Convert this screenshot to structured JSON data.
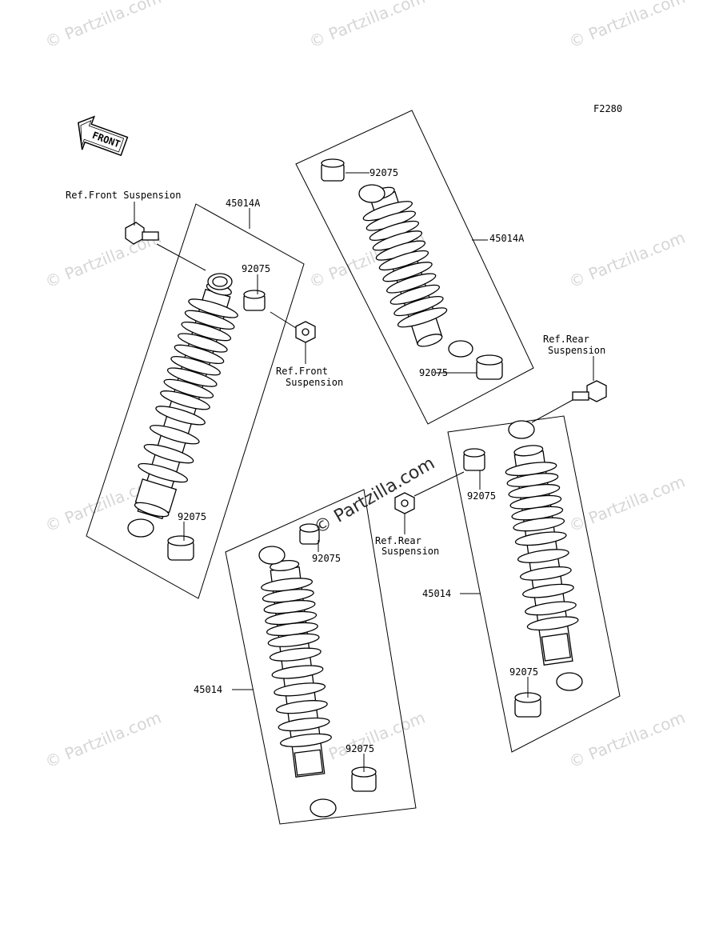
{
  "figure_code": "F2280",
  "front_arrow": {
    "text": "FRONT",
    "icon": "front-arrow-icon"
  },
  "watermark": {
    "text": "© Partzilla.com",
    "center_text": "© Partzilla.com"
  },
  "labels": {
    "a_45014A": "45014A",
    "a_92075_top": "92075",
    "a_92075_bottom": "92075",
    "a_ref_front_top": "Ref.Front Suspension",
    "a_ref_front_nut_1": "Ref.Front",
    "a_ref_front_nut_2": "Suspension",
    "b_45014A": "45014A",
    "b_92075_top": "92075",
    "b_92075_bottom": "92075",
    "c_45014": "45014",
    "c_92075_top": "92075",
    "c_92075_bottom": "92075",
    "d_45014": "45014",
    "d_92075_top": "92075",
    "d_92075_bottom": "92075",
    "ref_rear_top_1": "Ref.Rear",
    "ref_rear_top_2": "Suspension",
    "ref_rear_nut_1": "Ref.Rear",
    "ref_rear_nut_2": "Suspension"
  }
}
